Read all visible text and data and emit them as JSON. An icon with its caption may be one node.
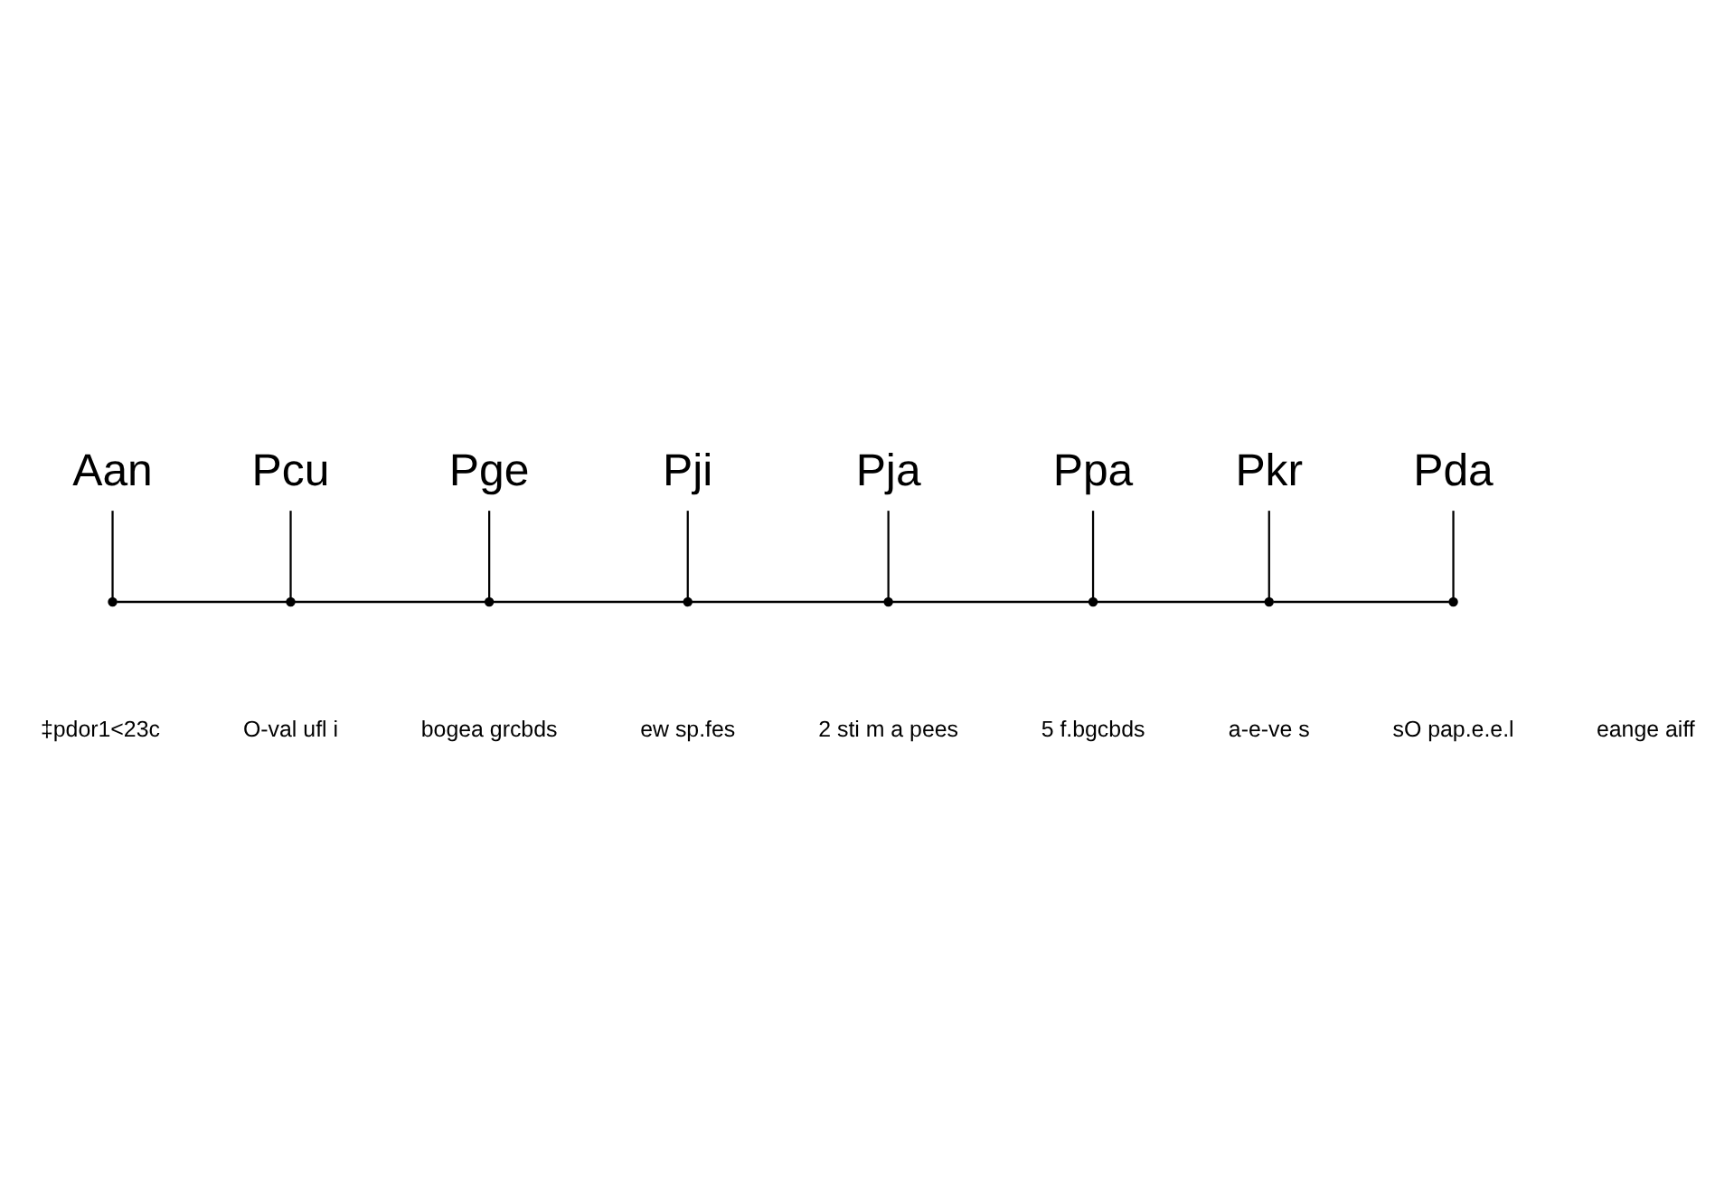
{
  "diagram": {
    "nodes": [
      {
        "text": [
          "Aan"
        ]
      },
      {
        "text": [
          "Pcu"
        ]
      },
      {
        "text": [
          "Pge"
        ]
      },
      {
        "text": [
          "Pji"
        ]
      },
      {
        "text": [
          "Pja"
        ]
      },
      {
        "text": [
          "Ppa"
        ]
      },
      {
        "text": [
          "Pkr"
        ]
      },
      {
        "text": [
          "Pda"
        ]
      },
      {
        "text": [],
        "shape": "point"
      },
      {
        "text": [],
        "shape": "point"
      },
      {
        "text": [],
        "shape": "point"
      },
      {
        "text": [],
        "shape": "point"
      },
      {
        "text": [],
        "shape": "point"
      },
      {
        "text": [],
        "shape": "point"
      },
      {
        "text": [],
        "shape": "point"
      },
      {
        "text": [],
        "shape": "point"
      }
    ],
    "edges": [
      {
        "from": 0,
        "to": 8,
        "arrow": "none"
      },
      {
        "from": 1,
        "to": 9,
        "arrow": "none"
      },
      {
        "from": 2,
        "to": 10,
        "arrow": "none"
      },
      {
        "from": 3,
        "to": 11,
        "arrow": "none"
      },
      {
        "from": 4,
        "to": 12,
        "arrow": "none"
      },
      {
        "from": 5,
        "to": 13,
        "arrow": "none"
      },
      {
        "from": 6,
        "to": 14,
        "arrow": "none"
      },
      {
        "from": 7,
        "to": 15,
        "arrow": "none"
      },
      {
        "from": 8,
        "to": 9,
        "arrow": "none"
      },
      {
        "from": 9,
        "to": 10,
        "arrow": "none"
      },
      {
        "from": 10,
        "to": 11,
        "arrow": "none"
      },
      {
        "from": 11,
        "to": 12,
        "arrow": "none"
      },
      {
        "from": 12,
        "to": 13,
        "arrow": "none"
      },
      {
        "from": 13,
        "to": 14,
        "arrow": "none"
      },
      {
        "from": 14,
        "to": 15,
        "arrow": "none"
      }
    ],
    "labels": [
      "‡pdor1<23c",
      "O-val ufl i",
      "bogea grcbds",
      "ew sp.fes",
      "2 sti m a pees",
      "5 f.bgcbds",
      "a-e-ve s",
      "sO pap.e.e.l",
      "eange aiff"
    ]
  }
}
